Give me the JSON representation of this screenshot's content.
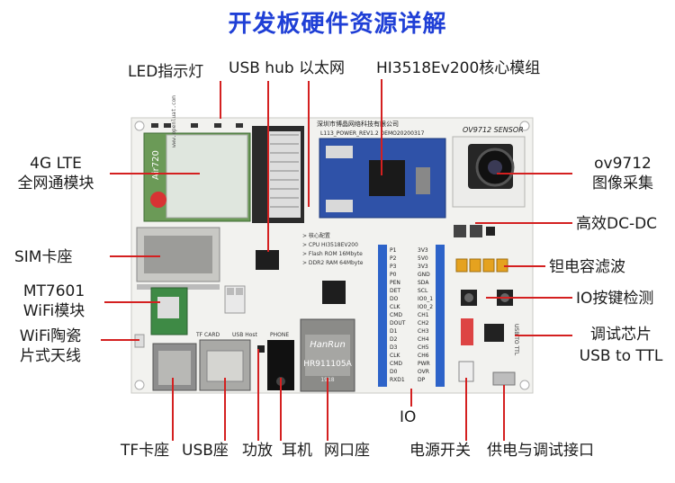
{
  "title": "开发板硬件资源详解",
  "labels": {
    "led": "LED指示灯",
    "usbhub": "USB hub 以太网",
    "hi3518": "HI3518Ev200核心模组",
    "lte1": "4G LTE",
    "lte2": "全网通模块",
    "sim": "SIM卡座",
    "mt1": "MT7601",
    "mt2": "WiFi模块",
    "ant1": "WiFi陶瓷",
    "ant2": "片式天线",
    "ov1": "ov9712",
    "ov2": "图像采集",
    "dcdc": "高效DC-DC",
    "tant": "钽电容滤波",
    "io_key": "IO按键检测",
    "dbg1": "调试芯片",
    "dbg2": "USB to TTL",
    "io": "IO",
    "tf": "TF卡座",
    "usbseat": "USB座",
    "amp": "功放",
    "ear": "耳机",
    "net": "网口座",
    "pwr": "电源开关",
    "supply": "供电与调试接口"
  },
  "board": {
    "silk_company": "深圳市博晶网络科技有限公司",
    "silk_rev": "L113_POWER_REV1.2  DEMO20200317",
    "sensor_label": "OV9712 SENSOR",
    "lte_module": "Air720",
    "lte_url": "www.openluat.com",
    "rj45_brand": "HanRun",
    "rj45_model": "HR911105A",
    "rj45_code": "1918",
    "phone": "PHONE",
    "tf_card": "TF CARD",
    "usb_host": "USB Host",
    "usb_ttl": "USB TO TTL",
    "spec_lines": [
      "> 核心配置",
      "> CPU HI3518EV200",
      "> Flash ROM 16Mbyte",
      "> DDR2 RAM 64Mbyte"
    ],
    "io_left": [
      "P1",
      "P2",
      "P3",
      "P0",
      "PEN",
      "DET",
      "DO",
      "CLK",
      "CMD",
      "DOUT",
      "D1",
      "D2",
      "D3",
      "CLK",
      "CMD",
      "D0",
      "RXD1"
    ],
    "io_right": [
      "3V3",
      "5V0",
      "3V3",
      "GND",
      "SDA",
      "SCL",
      "IO0_1",
      "IO0_2",
      "CH1",
      "CH2",
      "CH3",
      "CH4",
      "CH5",
      "CH6",
      "PWR",
      "OVR",
      "DP"
    ]
  },
  "colors": {
    "title": "#1f3fd6",
    "arrow": "#d42020",
    "pcb": "#f3f3f1",
    "header": "#2d63c9"
  }
}
